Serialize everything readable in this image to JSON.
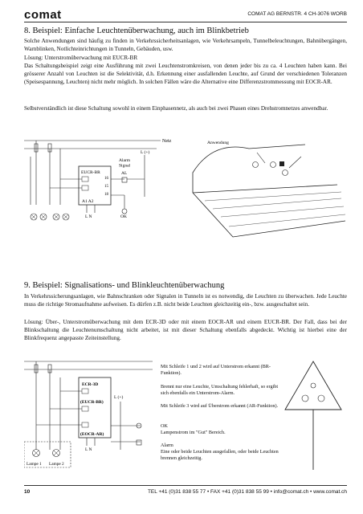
{
  "header": {
    "logo": "comat",
    "company_line": "COMAT AG   BERNSTR. 4   CH-3076 WORB"
  },
  "section8": {
    "title": "8. Beispiel: Einfache Leuchtenüberwachung, auch im Blinkbetrieb",
    "p1": "Solche Anwendungen sind häufig zu finden in Verkehrssicherheitsanlagen, wie Verkehrsampeln, Tunnelbeleuchtungen, Bahnübergängen, Warnblinken, Notlichteinrichtungen in Tunneln, Gebäuden, usw.",
    "p2": "Lösung: Unterstromüberwachung mit EUCR-BR",
    "p3": "Das Schaltungsbeispiel zeigt eine Ausführung mit zwei Leuchtenstromkreisen, von denen jeder bis zu ca. 4 Leuchten haben kann. Bei grösserer Anzahl von Leuchten ist die Selektivität, d.h. Erkennung einer ausfallenden Leuchte, auf Grund der verschiedenen Toleranzen (Speisespannung, Leuchten) nicht mehr möglich. In solchen Fällen wäre die Alternative eine Differenzstrommessung mit EOCR-AR.",
    "p4": "Selbstverständlich ist diese Schaltung sowohl in einem Einphasennetz, als auch bei zwei Phasen eines Drehstromnetzes anwendbar.",
    "diagram": {
      "netz": "Netz",
      "device": "EUCR-BR",
      "pin16": "16",
      "pin15": "15",
      "pin18": "18",
      "a1a2": "A1 A2",
      "ln": "L  N",
      "alarm_signal": "Alarm\nSignal",
      "al": "AL",
      "lplus": "L (+)",
      "ok": "OK",
      "anwendung": "Anwendung"
    }
  },
  "section9": {
    "title": "9. Beispiel: Signalisations- und Blinkleuchtenüberwachung",
    "p1": "In Verkehrssicherungsanlagen, wie Bahnschranken oder Signalen in Tunneln ist es notwendig, die Leuchten zu überwachen. Jede Leuchte muss die richtige Stromaufnahme aufweisen. Es dürfen z.B. nicht  beide Leuchten gleichzeitig ein-, bzw. ausgeschaltet sein.",
    "p2": "Lösung: Über-, Unterstromüberwachung mit dem ECR-3D oder mit einem EOCR-AR und einem EUCR-BR. Der Fall, dass bei der Blinkschaltung die Leuchtenumschaltung nicht arbeitet, ist mit dieser Schaltung ebenfalls abgedeckt. Wichtig ist hierbei eine der Blinkfrequenz angepasste Zeiteinstellung.",
    "diagram": {
      "ecr3d": "ECR-3D",
      "eucrbr": "(EUCR-BR)",
      "eocrar": "(EOCR-AR)",
      "lplus": "L (+)",
      "ln": "L  N",
      "lampe1": "Lampe 1",
      "lampe2": "Lampe 2"
    },
    "notes": {
      "n1": "Mit Schleife 1 und 2 wird auf Unterstrom erkannt (BR-Funktion).",
      "n2": "Brennt nur eine Leuchte, Umschaltung fehlerhaft, so ergibt sich ebenfalls ein Unterstrom-Alarm.",
      "n3": "Mit Schleife 3 wird auf Überstrom erkannt (AR-Funktion).",
      "n4": "OK\nLampenstrom im \"Gut\" Bereich.",
      "n5": "Alarm\nEine oder beide Leuchten ausgefallen, oder beide Leuchten brennen gleichzeitig."
    }
  },
  "footer": {
    "page": "10",
    "contact": "TEL +41 (0)31 838 55 77  •  FAX +41 (0)31 838 55 99  •  info@comat.ch  •  www.comat.ch"
  }
}
